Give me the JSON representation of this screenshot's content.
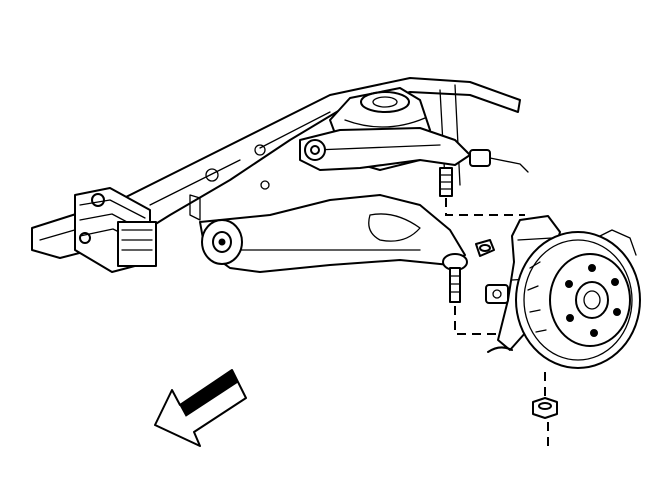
{
  "diagram": {
    "style": "monochrome line-art exploded view",
    "colors": {
      "line": "#000000",
      "background": "#ffffff"
    },
    "parts": [
      {
        "id": "frame-rail"
      },
      {
        "id": "upper-control-arm"
      },
      {
        "id": "lower-control-arm"
      },
      {
        "id": "ball-joint-stud"
      },
      {
        "id": "steering-knuckle"
      },
      {
        "id": "brake-rotor-hub"
      },
      {
        "id": "lower-nut"
      },
      {
        "id": "upper-nut"
      }
    ],
    "arrow": {
      "icon": "front-direction-arrow-icon"
    }
  }
}
